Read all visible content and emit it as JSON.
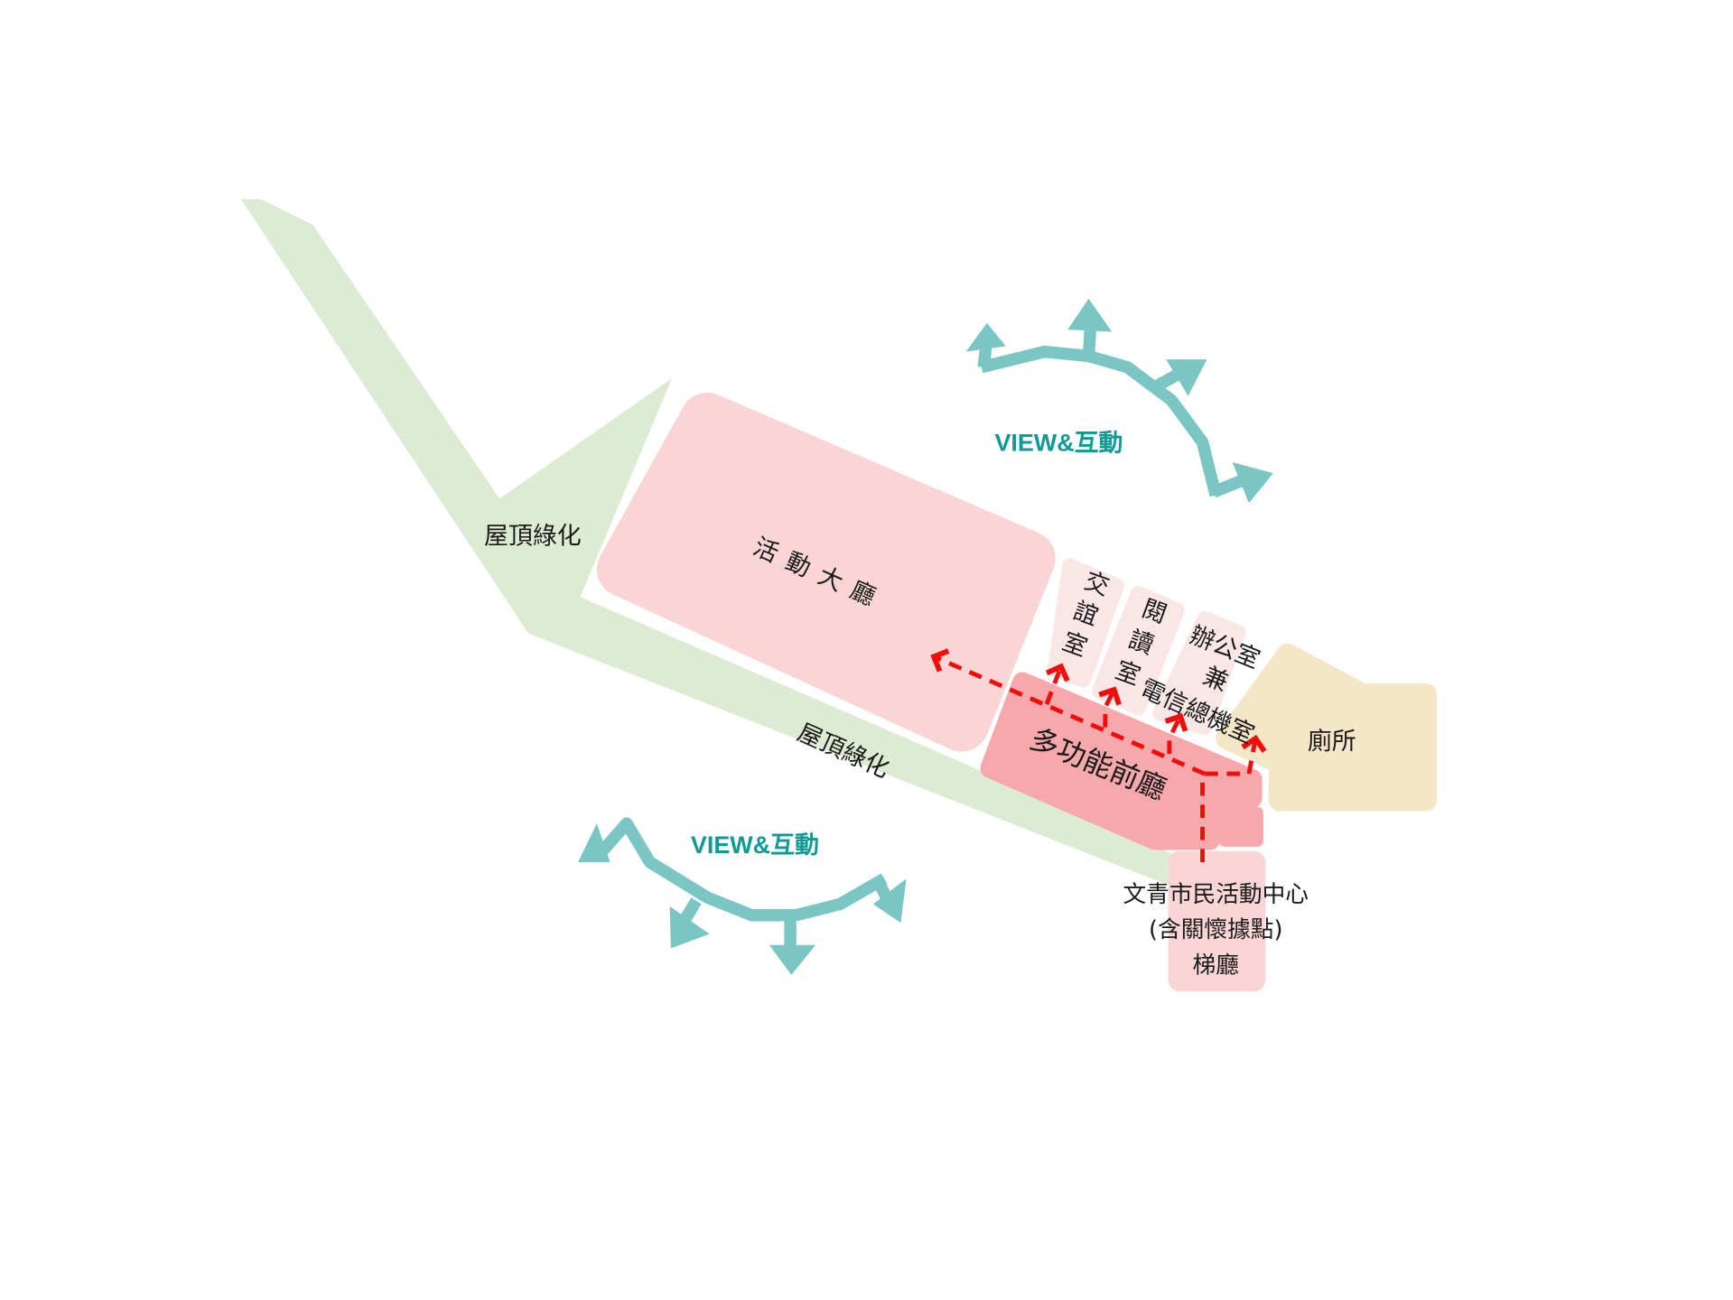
{
  "labels": {
    "roof_green_1": "屋頂綠化",
    "roof_green_2": "屋頂綠化",
    "activity_hall": "活動大廳",
    "social_room": [
      "交",
      "誼",
      "室"
    ],
    "reading_room_top": [
      "閱",
      "讀"
    ],
    "reading_room_tail": "室",
    "office": "辦公室",
    "office_and": "兼",
    "telecom": "電信總機室",
    "foyer": "多功能前廳",
    "toilet": "廁所",
    "center_name": "文青市民活動中心",
    "center_sub": "(含關懷據點)",
    "elevator_hall": "梯廳",
    "view_top": "VIEW&互動",
    "view_bottom": "VIEW&互動"
  },
  "colors": {
    "green": "#deebd3",
    "hall_pink": "#f9d6d5",
    "room_pink": "#fbe6e6",
    "foyer_pink": "#f6a8aa",
    "toilet_beige": "#f6e6c8",
    "teal": "#7ac6c4",
    "teal_text": "#0f9a94",
    "path_red": "#f20d0d"
  }
}
